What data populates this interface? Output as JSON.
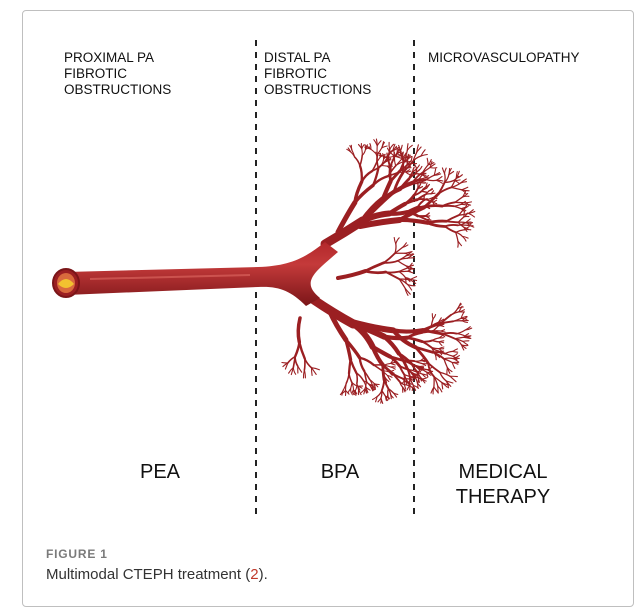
{
  "regions": [
    {
      "id": "proximal",
      "title_lines": [
        "PROXIMAL PA",
        "FIBROTIC",
        "OBSTRUCTIONS"
      ],
      "treatment_lines": [
        "PEA"
      ]
    },
    {
      "id": "distal",
      "title_lines": [
        "DISTAL PA",
        "FIBROTIC",
        "OBSTRUCTIONS"
      ],
      "treatment_lines": [
        "BPA"
      ]
    },
    {
      "id": "micro",
      "title_lines": [
        "MICROVASCULOPATHY"
      ],
      "treatment_lines": [
        "MEDICAL",
        "THERAPY"
      ]
    }
  ],
  "figure": {
    "label": "FIGURE 1",
    "caption_text": "Multimodal CTEPH treatment (",
    "caption_ref": "2",
    "caption_end": ")."
  },
  "colors": {
    "vessel": "#9b1f22",
    "vessel_dark": "#7a1518",
    "vessel_highlight": "#d9534f",
    "lumen": "#f2c230",
    "divider": "#222222",
    "caption_ref": "#c0392b"
  }
}
